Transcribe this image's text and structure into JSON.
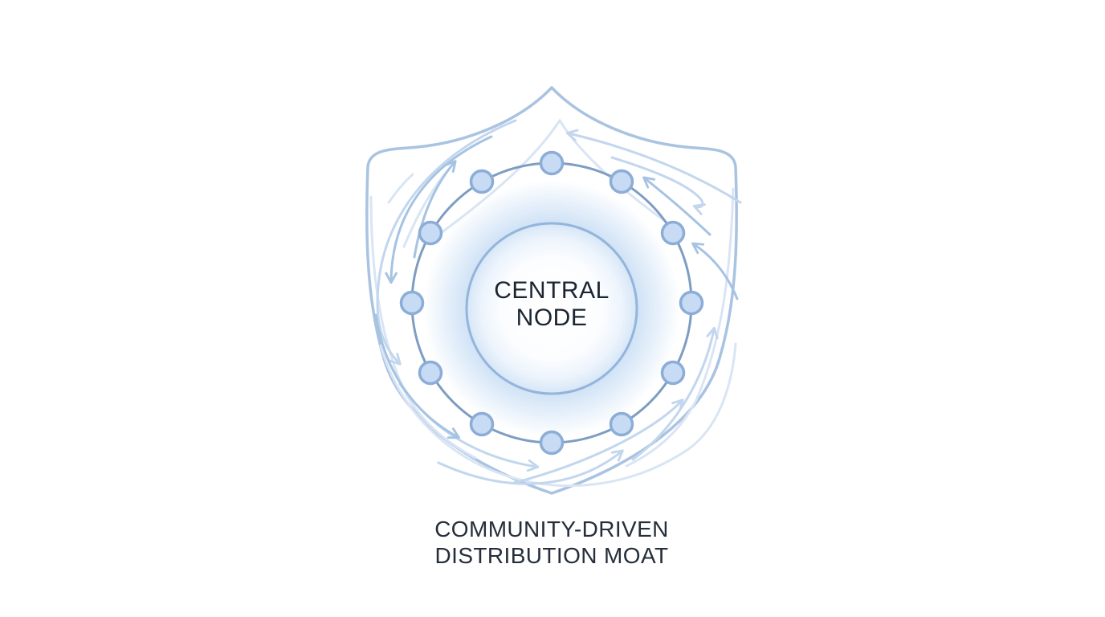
{
  "page": {
    "background": "#ffffff"
  },
  "diagram": {
    "central_node": {
      "line1": "CENTRAL",
      "line2": "NODE"
    },
    "caption": {
      "line1": "COMMUNITY-DRIVEN",
      "line2": "DISTRIBUTION MOAT"
    },
    "node_count": 12,
    "palette": {
      "shield_stroke": "#a9c3e1",
      "swirl_medium": "#a6c3e3",
      "swirl_light": "#c2d6ee",
      "swirl_faint": "#d9e5f4",
      "ring_stroke": "#7e9dc3",
      "node_fill": "#c7dcf4",
      "node_stroke": "#8cadd6",
      "center_ring_stroke": "#93b5db",
      "glow": "#cfe2f6",
      "label_color": "#1b2530",
      "caption_color": "#252e3a"
    }
  }
}
